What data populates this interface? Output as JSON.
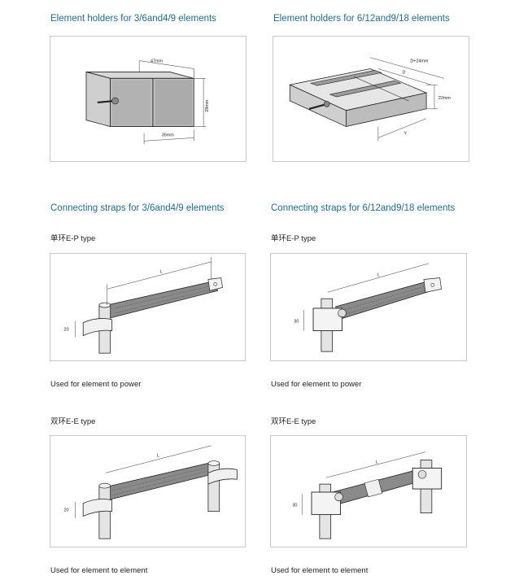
{
  "sections": {
    "holders_small_title": "Element holders for 3/6and4/9 elements",
    "holders_large_title": "Element holders for 6/12and9/18 elements",
    "straps_small_title": "Connecting straps for 3/6and4/9 elements",
    "straps_large_title": "Connecting straps for 6/12and9/18 elements"
  },
  "types": {
    "ep_left": "单环E-P type",
    "ep_right": "单环E-P type",
    "ee_left": "双环E-E type",
    "ee_right": "双环E-E type"
  },
  "captions": {
    "ep_left": "Used for element to power",
    "ep_right": "Used for element to power",
    "ee_left": "Used for element to element",
    "ee_right": "Used for element to element"
  },
  "dimensions": {
    "small_holder_width": "47mm",
    "small_holder_height": "28mm",
    "small_holder_depth": "35mm",
    "large_holder_top": "D+24mm",
    "large_holder_d": "D",
    "large_holder_height": "22mm",
    "large_holder_y": "Y",
    "strap_length": "L",
    "strap_small_height": "20",
    "strap_large_height": "30"
  }
}
